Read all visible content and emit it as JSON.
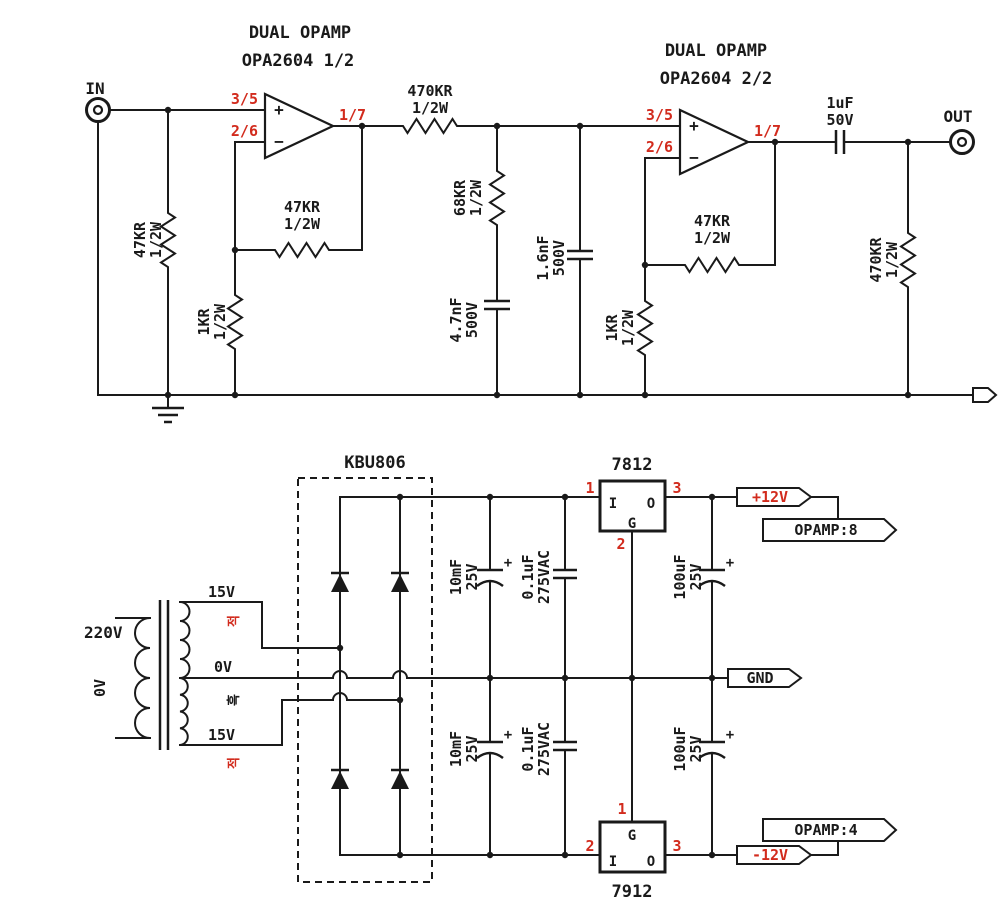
{
  "colors": {
    "ink": "#1a1a1a",
    "accent_red": "#d22b1d",
    "background": "#ffffff"
  },
  "amp": {
    "in_label": "IN",
    "out_label": "OUT",
    "opamp1": {
      "title_line1": "DUAL OPAMP",
      "title_line2": "OPA2604 1/2",
      "pin_noninv": "3/5",
      "pin_inv": "2/6",
      "pin_out": "1/7",
      "plus": "+",
      "minus": "−"
    },
    "opamp2": {
      "title_line1": "DUAL OPAMP",
      "title_line2": "OPA2604 2/2",
      "pin_noninv": "3/5",
      "pin_inv": "2/6",
      "pin_out": "1/7",
      "plus": "+",
      "minus": "−"
    },
    "r_input": {
      "value": "47KR",
      "rating": "1/2W"
    },
    "r_gnd1": {
      "value": "1KR",
      "rating": "1/2W"
    },
    "r_fb1": {
      "value": "47KR",
      "rating": "1/2W"
    },
    "r_series": {
      "value": "470KR",
      "rating": "1/2W"
    },
    "r_shunt": {
      "value": "68KR",
      "rating": "1/2W"
    },
    "c_shunt1": {
      "value": "4.7nF",
      "rating": "500V"
    },
    "c_shunt2": {
      "value": "1.6nF",
      "rating": "500V"
    },
    "r_gnd2": {
      "value": "1KR",
      "rating": "1/2W"
    },
    "r_fb2": {
      "value": "47KR",
      "rating": "1/2W"
    },
    "c_out": {
      "value": "1uF",
      "rating": "50V"
    },
    "r_out": {
      "value": "470KR",
      "rating": "1/2W"
    }
  },
  "psu": {
    "bridge_label": "KBU806",
    "transformer": {
      "primary_v": "220V",
      "primary_0": "0V",
      "sec_top": "15V",
      "sec_mid": "0V",
      "sec_bot": "15V",
      "wire_mark_top": "적",
      "wire_mark_mid": "흑",
      "wire_mark_bot": "적"
    },
    "reg_pos": {
      "name": "7812",
      "pin_in_num": "1",
      "pin_out_num": "3",
      "pin_gnd_num": "2",
      "in_letter": "I",
      "out_letter": "O",
      "gnd_letter": "G"
    },
    "reg_neg": {
      "name": "7912",
      "pin_in_num": "2",
      "pin_out_num": "3",
      "pin_gnd_num": "1",
      "in_letter": "I",
      "out_letter": "O",
      "gnd_letter": "G"
    },
    "c_filter_pos": {
      "value": "10mF",
      "rating": "25V",
      "plus": "+"
    },
    "c_film_pos": {
      "value": "0.1uF",
      "rating": "275VAC"
    },
    "c_out_pos": {
      "value": "100uF",
      "rating": "25V",
      "plus": "+"
    },
    "c_filter_neg": {
      "value": "10mF",
      "rating": "25V",
      "plus": "+"
    },
    "c_film_neg": {
      "value": "0.1uF",
      "rating": "275VAC"
    },
    "c_out_neg": {
      "value": "100uF",
      "rating": "25V",
      "plus": "+"
    },
    "tag_p12": "+12V",
    "tag_n12": "-12V",
    "tag_gnd": "GND",
    "tag_op8": "OPAMP:8",
    "tag_op4": "OPAMP:4"
  }
}
